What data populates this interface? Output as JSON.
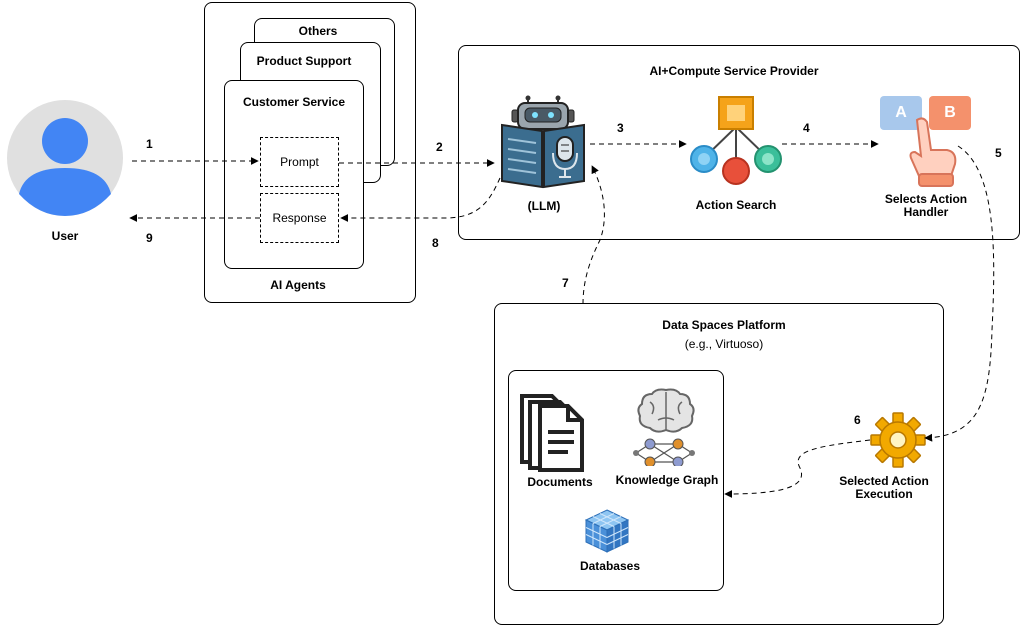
{
  "user": {
    "label": "User"
  },
  "agents": {
    "cards": [
      "Others",
      "Product Support",
      "Customer Service"
    ],
    "prompt": "Prompt",
    "response": "Response",
    "footer": "AI Agents"
  },
  "provider": {
    "title": "AI+Compute Service Provider",
    "llm": "(LLM)",
    "action_search": "Action Search",
    "selects_line1": "Selects Action",
    "selects_line2": "Handler",
    "ab_a": "A",
    "ab_b": "B"
  },
  "platform": {
    "title": "Data Spaces Platform",
    "subtitle": "(e.g., Virtuoso)",
    "documents": "Documents",
    "knowledge_graph": "Knowledge Graph",
    "databases": "Databases"
  },
  "execution": {
    "line1": "Selected Action",
    "line2": "Execution"
  },
  "steps": [
    "1",
    "2",
    "3",
    "4",
    "5",
    "6",
    "7",
    "8",
    "9"
  ],
  "colors": {
    "llm_blue": "#3b6d8f",
    "search_orange": "#f5a31a",
    "node_blue": "#4fb3e8",
    "node_red": "#e8503a",
    "node_green": "#3bbf9a",
    "gear": "#f2a900",
    "cube": "#4a90d9"
  }
}
